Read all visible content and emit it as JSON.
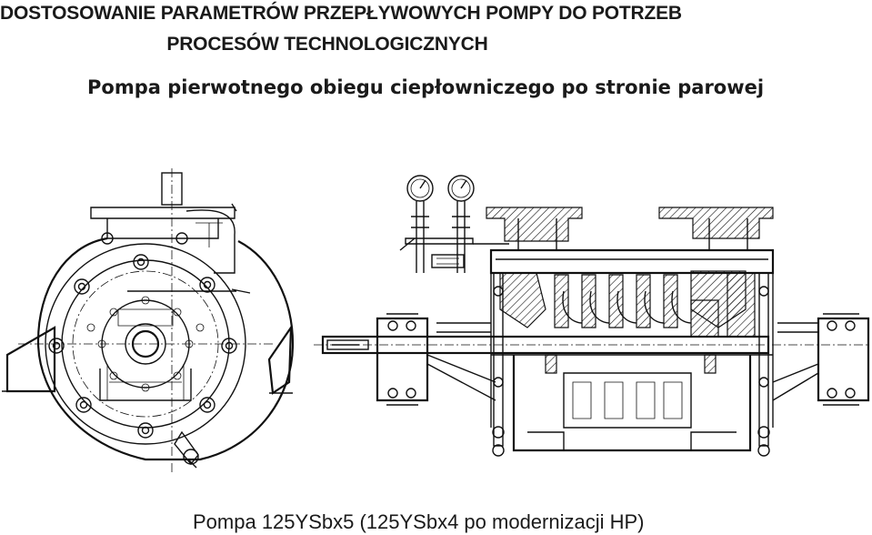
{
  "header": {
    "title_line1": "DOSTOSOWANIE PARAMETRÓW PRZEPŁYWOWYCH POMPY DO POTRZEB",
    "title_line2": "PROCESÓW TECHNOLOGICZNYCH",
    "subtitle": "Pompa pierwotnego obiegu ciepłowniczego po stronie parowej"
  },
  "caption": "Pompa 125YSbx5  (125YSbx4 po modernizacji HP)",
  "colors": {
    "ink": "#111111",
    "background": "#ffffff"
  }
}
